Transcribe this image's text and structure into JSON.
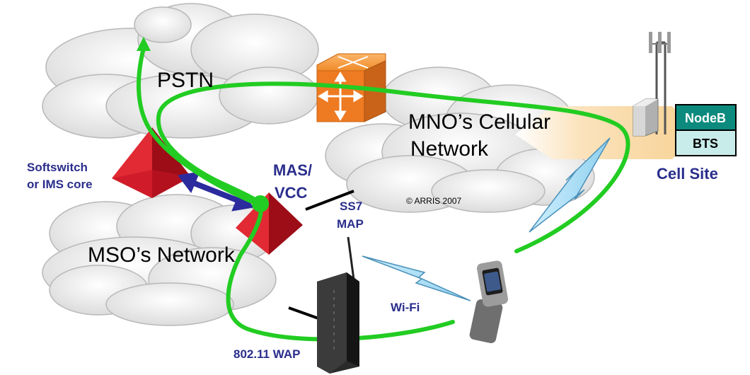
{
  "labels": {
    "pstn": "PSTN",
    "mno_line1": "MNO’s Cellular",
    "mno_line2": "Network",
    "mso": "MSO’s Network",
    "softswitch_line1": "Softswitch",
    "softswitch_line2": "or IMS core",
    "mas_line1": "MAS/",
    "mas_line2": "VCC",
    "ss7_line1": "SS7",
    "ss7_line2": "MAP",
    "copyright": "© ARRIS 2007",
    "wifi": "Wi-Fi",
    "wap": "802.11 WAP",
    "cell_site": "Cell Site",
    "nodeb": "NodeB",
    "bts": "BTS"
  },
  "icons": [
    "cloud",
    "switch-cube",
    "red-pyramid",
    "cell-tower",
    "bts-cabinet",
    "lightning-link",
    "wifi-router",
    "flip-phone"
  ],
  "colors": {
    "call_path": "#22cc22",
    "link_arrow": "#2b2b9e",
    "pyramid": "#cc1122",
    "switch": "#ee7722",
    "nodeb_bg": "#0c8a7e",
    "bts_bg": "#c8ece9",
    "label_blue": "#2a2e8c"
  }
}
